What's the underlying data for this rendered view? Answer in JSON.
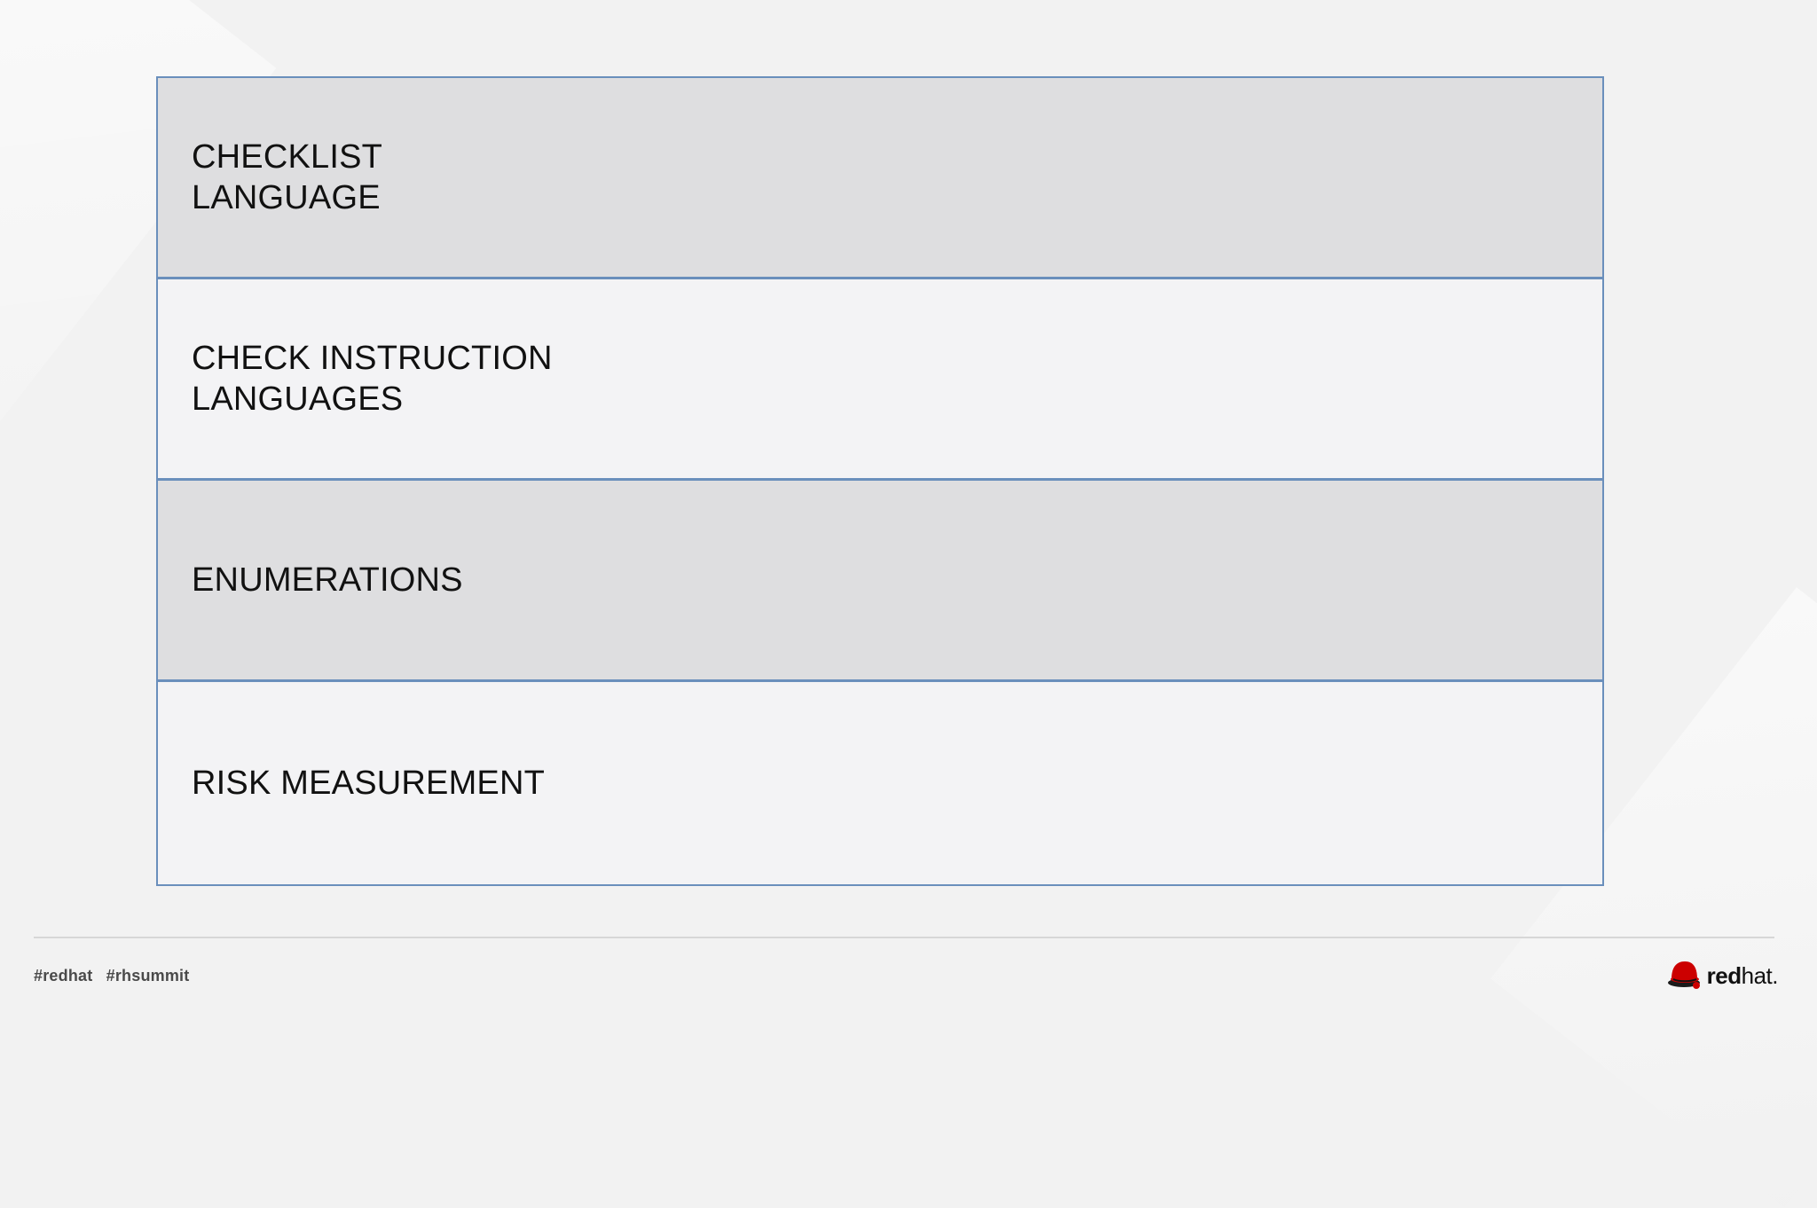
{
  "slide": {
    "rows": [
      {
        "label": "CHECKLIST\nLANGUAGE",
        "style": "shade"
      },
      {
        "label": "CHECK INSTRUCTION\nLANGUAGES",
        "style": "light"
      },
      {
        "label": "ENUMERATIONS",
        "style": "shade"
      },
      {
        "label": "RISK MEASUREMENT",
        "style": "light"
      }
    ]
  },
  "footer": {
    "hashtags": [
      "#redhat",
      "#rhsummit"
    ],
    "logo": {
      "icon": "redhat-shadowman-icon",
      "wordmark_bold": "red",
      "wordmark_light": "hat."
    }
  },
  "colors": {
    "border": "#6a8fbc",
    "shaded_row": "#dedee0",
    "light_row": "#f3f3f5",
    "brand_red": "#cc0000"
  }
}
